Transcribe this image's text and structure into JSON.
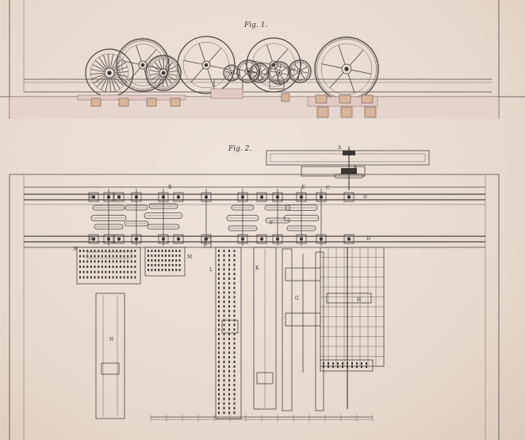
{
  "figures": {
    "fig1_label": "Fig. 1.",
    "fig2_label": "Fig. 2."
  },
  "part_labels": [
    "A",
    "B",
    "C",
    "D",
    "E",
    "F",
    "G",
    "H",
    "K",
    "L",
    "M",
    "N"
  ],
  "colors": {
    "paper": "#e8dcd2",
    "ink": "#3d3733",
    "wash": "#e3c9c4",
    "stone": "#d8b49a"
  }
}
